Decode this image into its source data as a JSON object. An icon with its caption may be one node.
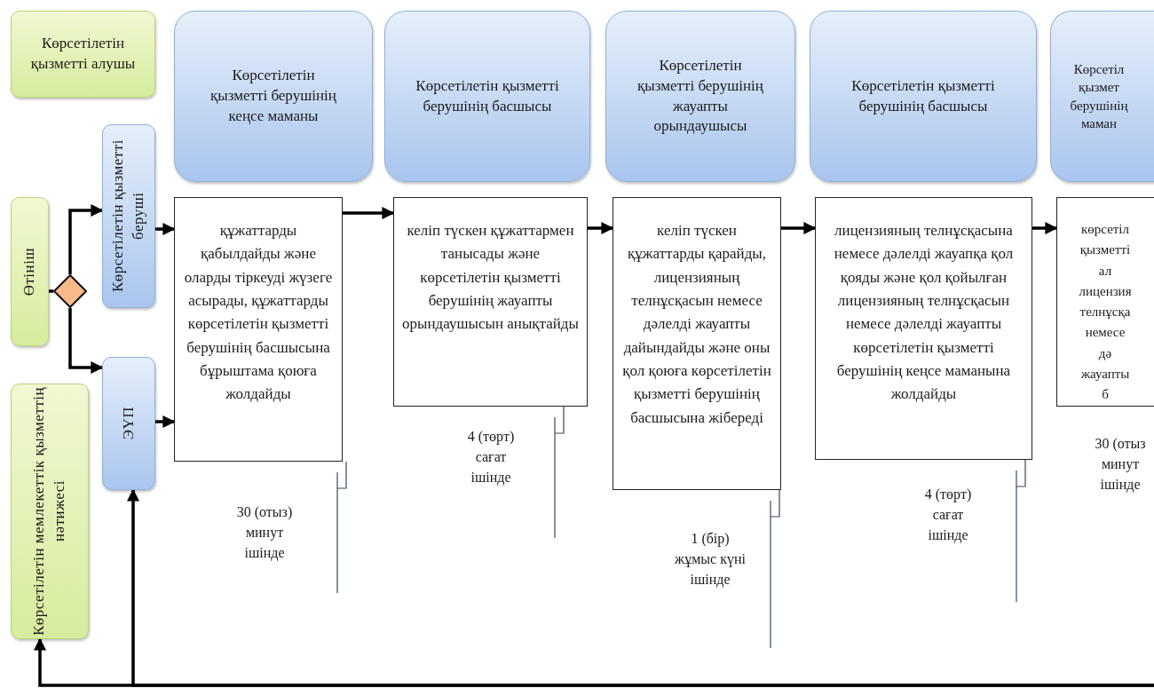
{
  "diagram": {
    "nodes": [
      {
        "text": [
          "Көрсетілетін қызметті алушы"
        ]
      },
      {
        "text": [
          "Көрсетілетін қызметті берушінің кеңсе маманы"
        ]
      },
      {
        "text": [
          "Көрсетілетін қызметті берушінің басшысы"
        ]
      },
      {
        "text": [
          "Көрсетілетін қызметті берушінің жауапты орындаушысы"
        ]
      },
      {
        "text": [
          "Көрсетілетін қызметті берушінің басшысы"
        ]
      },
      {
        "text": [
          "Көрсетіл қызмет берушінің маман"
        ]
      },
      {
        "text": [
          "Өтініш"
        ]
      },
      {
        "text": [],
        "shape": "diamond"
      },
      {
        "text": [
          "Көрсетілетін қызметті беруші"
        ]
      },
      {
        "text": [
          "ЭҮП"
        ]
      },
      {
        "text": [
          "Көрсетілетін мемлекеттік қызметтің нәтижесі"
        ]
      },
      {
        "text": [
          "құжаттарды қабылдайды және оларды тіркеуді жүзеге асырады, құжаттарды көрсетілетін қызметті берушінің  басшысына бұрыштама қоюға жолдайды"
        ],
        "beside": [
          "30 (отыз) минут ішінде"
        ]
      },
      {
        "text": [
          "келіп түскен құжаттармен танысады және көрсетілетін қызметті берушінің жауапты орындаушысын анықтайды"
        ],
        "beside": [
          "4 (төрт) сағат ішінде"
        ]
      },
      {
        "text": [
          "келіп түскен құжаттарды қарайды, лицензияның телнұсқасын немесе дәлелді жауапты дайындайды және оны қол қоюға көрсетілетін қызметті берушінің басшысына жібереді"
        ],
        "beside": [
          "1 (бір) жұмыс күні ішінде"
        ]
      },
      {
        "text": [
          "лицензияның телнұсқасына немесе дәлелді жауапқа қол қояды және қол қойылған лицензияның телнұсқасын немесе дәлелді жауапты көрсетілетін қызметті берушінің кеңсе маманына жолдайды"
        ],
        "beside": [
          "4 (төрт) сағат ішінде"
        ]
      },
      {
        "text": [
          "көрсетіл қызметті ал лицензия телнұсқа немесе дә жауапты б"
        ],
        "beside": [
          "30 (отыз минут ішінде"
        ]
      }
    ],
    "edges": [
      {
        "from": 6,
        "to": 7,
        "arrow": "none"
      },
      {
        "from": 7,
        "to": 8,
        "arrow": "to"
      },
      {
        "from": 7,
        "to": 9,
        "arrow": "to"
      },
      {
        "from": 8,
        "to": 11,
        "arrow": "to"
      },
      {
        "from": 9,
        "to": 11,
        "arrow": "to"
      },
      {
        "from": 11,
        "to": 12,
        "arrow": "to"
      },
      {
        "from": 12,
        "to": 13,
        "arrow": "to"
      },
      {
        "from": 13,
        "to": 14,
        "arrow": "to"
      },
      {
        "from": 14,
        "to": 15,
        "arrow": "to"
      },
      {
        "from": null,
        "to": 10,
        "arrow": "to"
      },
      {
        "from": null,
        "to": 9,
        "arrow": "to"
      }
    ]
  }
}
